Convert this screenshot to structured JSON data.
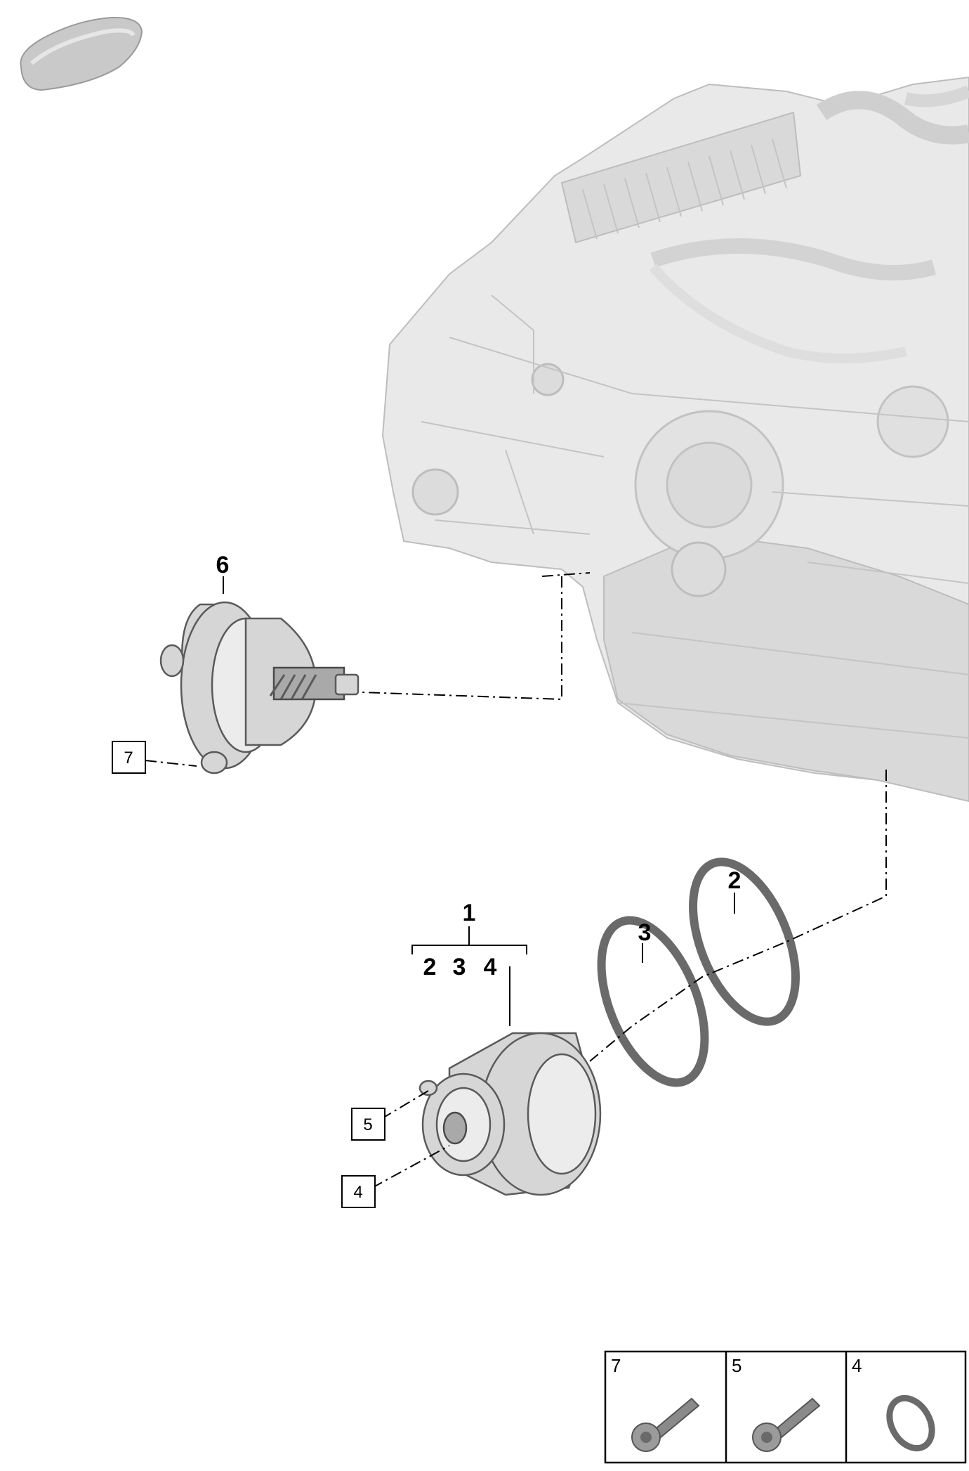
{
  "callouts": {
    "part_1": "1",
    "part_2": "2",
    "part_3": "3",
    "part_6": "6",
    "group_2": "2",
    "group_3": "3",
    "group_4": "4"
  },
  "boxed_refs": {
    "ref_7": "7",
    "ref_5": "5",
    "ref_4": "4"
  },
  "legend": {
    "cells": [
      {
        "label": "7",
        "icon": "bolt-icon"
      },
      {
        "label": "5",
        "icon": "bolt-icon"
      },
      {
        "label": "4",
        "icon": "seal-ring-icon"
      }
    ]
  },
  "colors": {
    "engine_fill": "#e9e9e9",
    "part_fill": "#d6d6d6",
    "line": "#000000"
  }
}
